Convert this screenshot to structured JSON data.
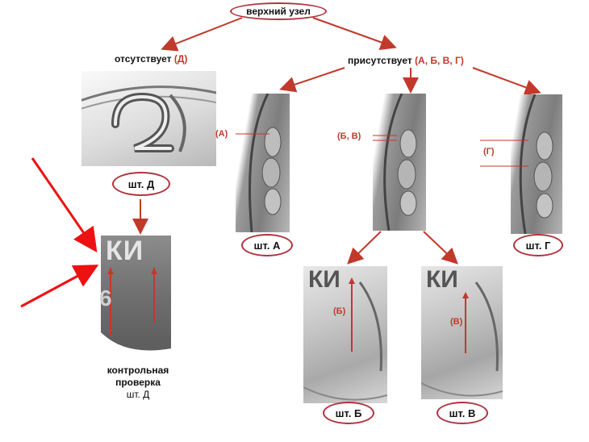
{
  "top_node": {
    "label": "верхний  узел"
  },
  "branch_absent": {
    "text": "отсутствует",
    "codes": "(Д)"
  },
  "branch_present": {
    "text": "присутствует",
    "codes": "(А, Б, В, Г)"
  },
  "dies": {
    "d": {
      "label": "шт. Д"
    },
    "a": {
      "label": "шт. А",
      "mark": "(А)"
    },
    "bv": {
      "mark": "(Б, В)"
    },
    "g": {
      "label": "шт. Г",
      "mark": "(Г)"
    },
    "b": {
      "label": "шт. Б",
      "mark": "(Б)"
    },
    "v": {
      "label": "шт. В",
      "mark": "(В)"
    }
  },
  "control": {
    "line1": "контрольная",
    "line2": "проверка",
    "line3": "шт. Д",
    "coin_text": "КИ"
  },
  "coin_letters": {
    "b": "КИ",
    "v": "КИ",
    "digit_six": "6",
    "digit_two": "2"
  },
  "colors": {
    "accent": "#c0392b",
    "oval_border": "#b0323c",
    "arrow": "#c0392b",
    "bright_arrow": "#ee1111"
  }
}
